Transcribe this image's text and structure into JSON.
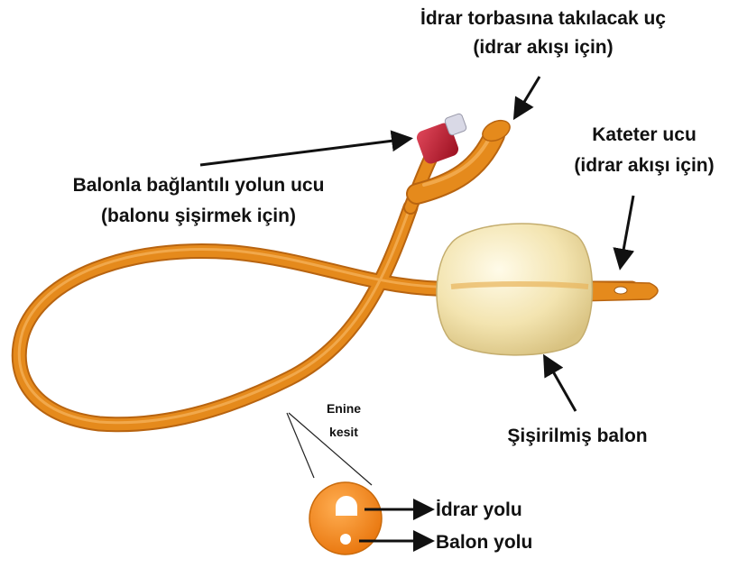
{
  "labels": {
    "bag_end_line1": "İdrar torbasına takılacak uç",
    "bag_end_line2": "(idrar akışı için)",
    "catheter_tip_line1": "Kateter ucu",
    "catheter_tip_line2": "(idrar akışı için)",
    "balloon_port_line1": "Balonla bağlantılı yolun ucu",
    "balloon_port_line2": "(balonu şişirmek için)",
    "inflated_balloon": "Şişirilmiş balon",
    "cross_section_line1": "Enine",
    "cross_section_line2": "kesit",
    "urine_lumen": "İdrar yolu",
    "balloon_lumen": "Balon yolu"
  },
  "colors": {
    "tube": "#e58a1c",
    "tube_highlight": "#f7b560",
    "valve": "#c0182b",
    "balloon": "#f3e4b0",
    "cross_section": "#f08a1f",
    "text": "#111111"
  }
}
